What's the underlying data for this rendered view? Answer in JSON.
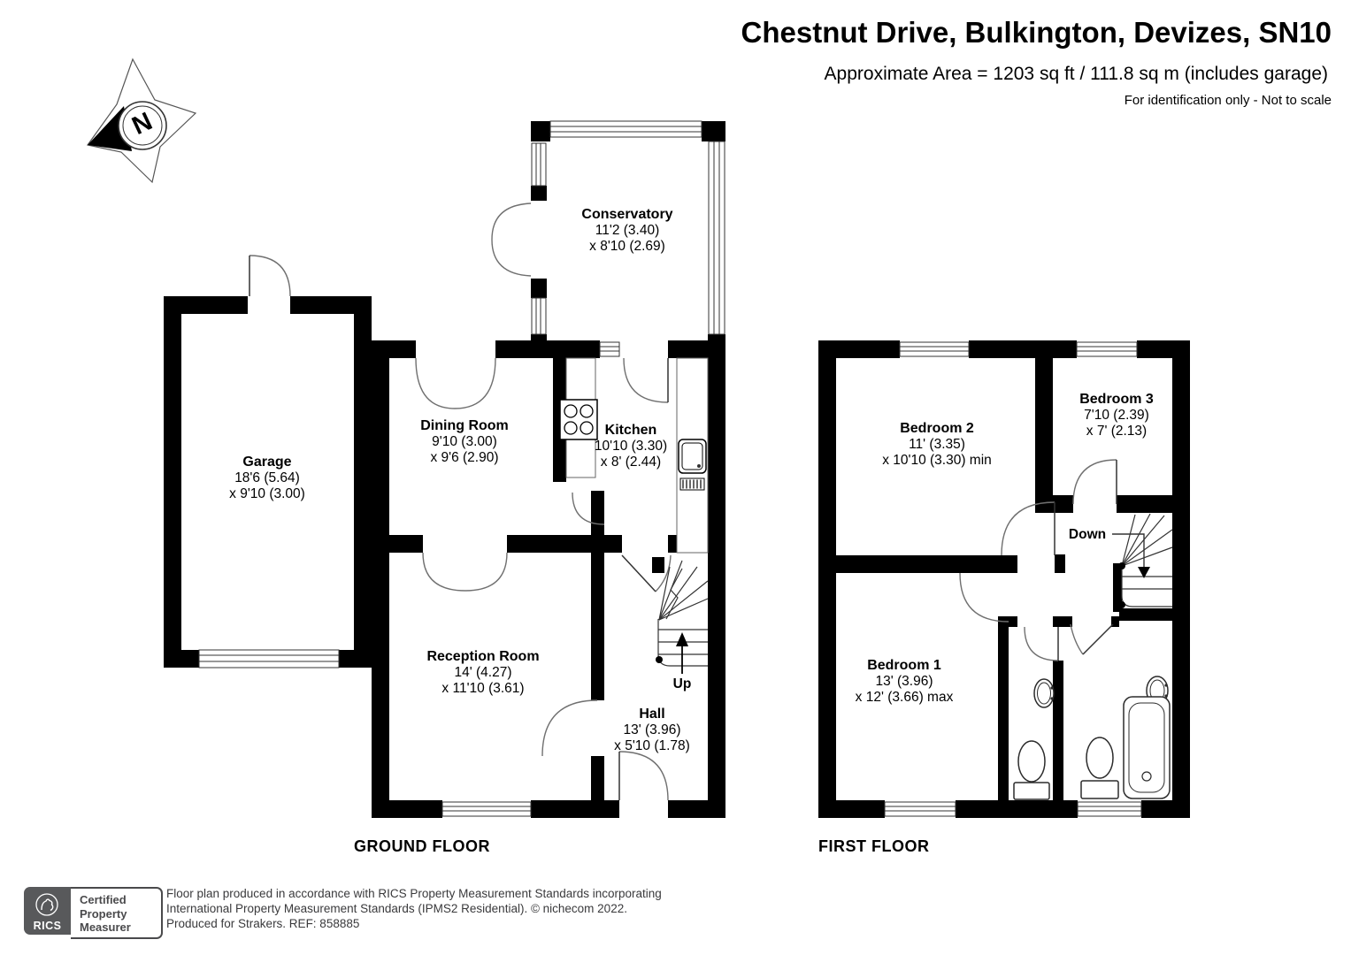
{
  "header": {
    "title": "Chestnut Drive, Bulkington, Devizes, SN10",
    "area": "Approximate Area = 1203 sq ft / 111.8 sq m (includes garage)",
    "note": "For identification only - Not to scale"
  },
  "compass": {
    "north_label": "N"
  },
  "ground_floor": {
    "label": "GROUND FLOOR",
    "stairs_label": "Up",
    "rooms": {
      "garage": {
        "name": "Garage",
        "dim1": "18'6 (5.64)",
        "dim2": "x 9'10 (3.00)"
      },
      "dining": {
        "name": "Dining Room",
        "dim1": "9'10 (3.00)",
        "dim2": "x 9'6 (2.90)"
      },
      "kitchen": {
        "name": "Kitchen",
        "dim1": "10'10 (3.30)",
        "dim2": "x 8' (2.44)"
      },
      "conservatory": {
        "name": "Conservatory",
        "dim1": "11'2 (3.40)",
        "dim2": "x 8'10 (2.69)"
      },
      "reception": {
        "name": "Reception Room",
        "dim1": "14' (4.27)",
        "dim2": "x 11'10 (3.61)"
      },
      "hall": {
        "name": "Hall",
        "dim1": "13' (3.96)",
        "dim2": "x 5'10 (1.78)"
      }
    }
  },
  "first_floor": {
    "label": "FIRST FLOOR",
    "stairs_label": "Down",
    "rooms": {
      "bedroom1": {
        "name": "Bedroom 1",
        "dim1": "13' (3.96)",
        "dim2": "x 12' (3.66) max"
      },
      "bedroom2": {
        "name": "Bedroom 2",
        "dim1": "11' (3.35)",
        "dim2": "x 10'10 (3.30) min"
      },
      "bedroom3": {
        "name": "Bedroom 3",
        "dim1": "7'10 (2.39)",
        "dim2": "x 7' (2.13)"
      }
    }
  },
  "footer": {
    "rics_label": "RICS",
    "badge_lines": [
      "Certified",
      "Property",
      "Measurer"
    ],
    "lines": [
      "Floor plan produced in accordance with RICS Property Measurement Standards incorporating",
      "International Property Measurement Standards (IPMS2 Residential).   © nichecom 2022.",
      "Produced for Strakers.   REF:  858885"
    ]
  }
}
